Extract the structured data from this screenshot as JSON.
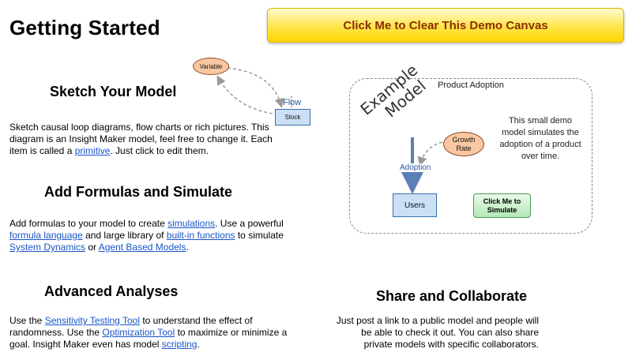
{
  "page": {
    "title": "Getting Started",
    "clear_button": "Click Me to Clear This Demo Canvas"
  },
  "sketch": {
    "heading": "Sketch Your Model",
    "text1": "Sketch causal loop diagrams, flow charts or rich pictures. This diagram is an Insight Maker model, feel free to change it. Each item is called a ",
    "link_primitive": "primitive",
    "text2": ". Just click to edit them.",
    "diagram": {
      "variable": "Variable",
      "flow": "Flow",
      "stock": "Stock"
    }
  },
  "formulas": {
    "heading": "Add Formulas and Simulate",
    "text1": "Add formulas to your model to create ",
    "link_simulations": "simulations",
    "text2": ". Use a powerful ",
    "link_formula_language": "formula language",
    "text3": " and large library of ",
    "link_builtin_functions": "built-in functions",
    "text4": " to simulate ",
    "link_system_dynamics": "System Dynamics",
    "text5": " or ",
    "link_agent_based": "Agent Based Models",
    "text6": "."
  },
  "analyses": {
    "heading": "Advanced Analyses",
    "text1": "Use the ",
    "link_sensitivity": "Sensitivity Testing Tool",
    "text2": " to understand the effect of randomness. Use the ",
    "link_optimization": "Optimization Tool",
    "text3": " to maximize or minimize a goal. Insight Maker even has model ",
    "link_scripting": "scripting",
    "text4": "."
  },
  "demo": {
    "box_title": "Product Adoption",
    "example_line1": "Example",
    "example_line2": "Model",
    "description": "This small demo model simulates the adoption of a product over time.",
    "growth_rate": "Growth Rate",
    "adoption": "Adoption",
    "users": "Users",
    "simulate_button": "Click Me to Simulate"
  },
  "share": {
    "heading": "Share and Collaborate",
    "text": "Just post a link to a public model and people will be able to check it out. You can also share private models with specific collaborators."
  }
}
